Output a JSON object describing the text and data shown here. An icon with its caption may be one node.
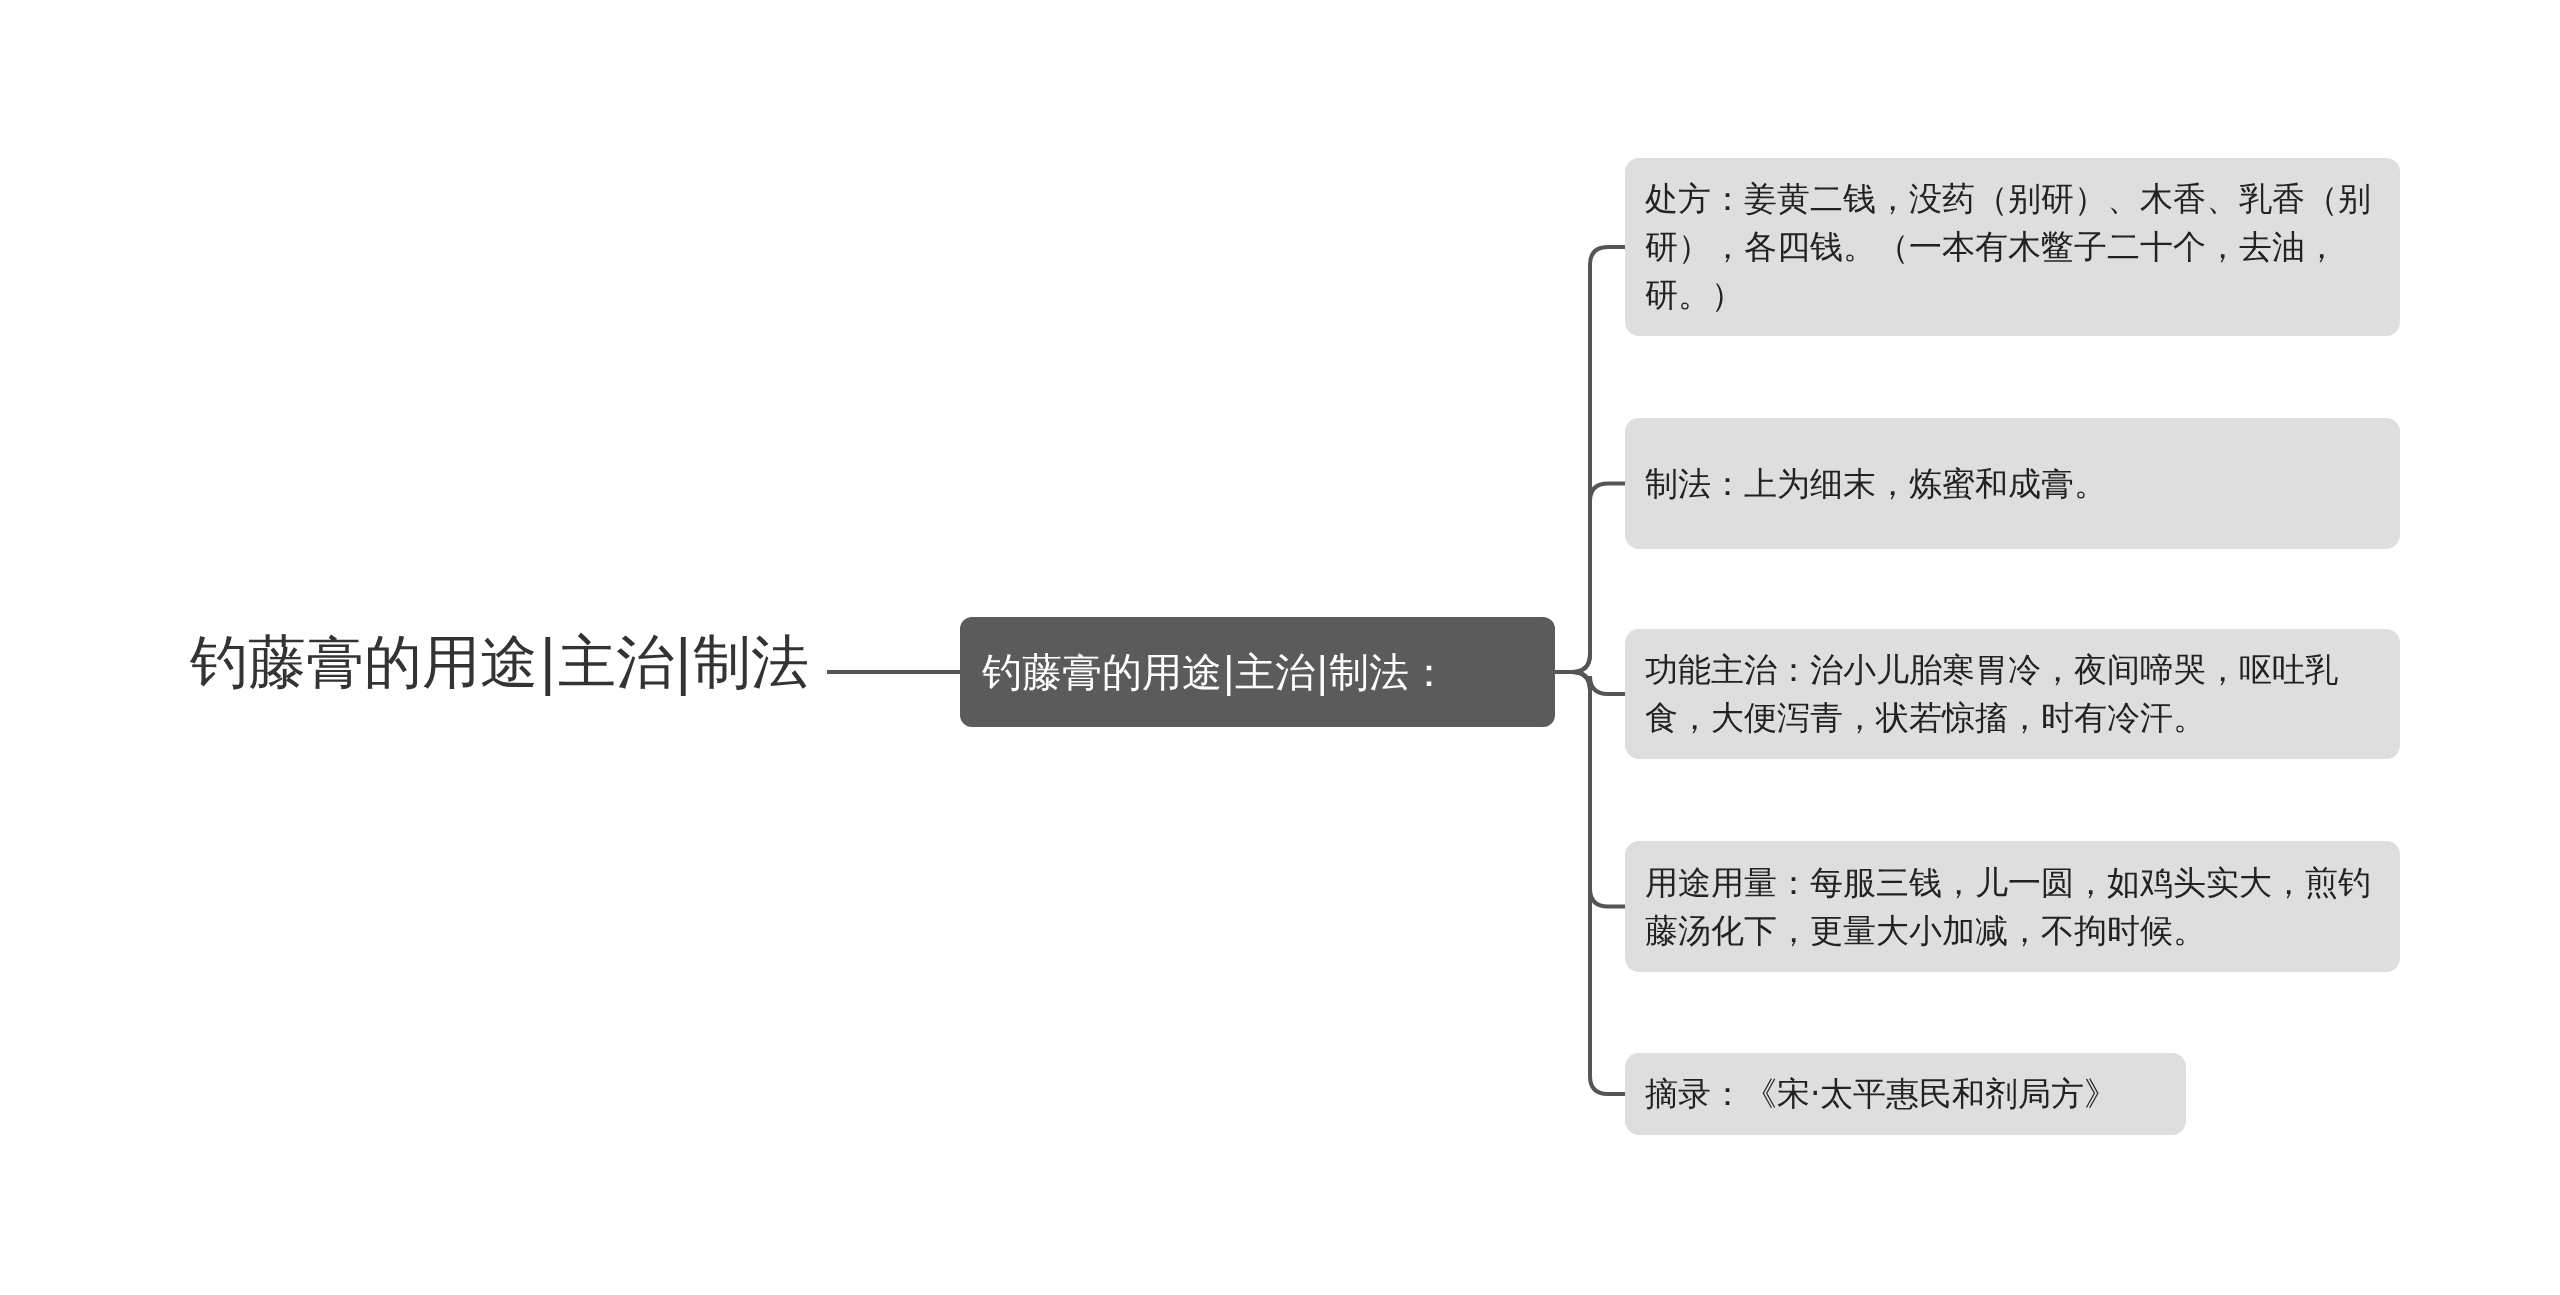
{
  "diagram": {
    "nodes": [
      {
        "text": [
          "钓藤膏的用途|主治|制法"
        ]
      },
      {
        "text": [
          "钓藤膏的用途|主治|制法："
        ]
      },
      {
        "text": [
          "处方：姜黄二钱，没药（别研）、木香、乳香（别研），各四钱。（一本有木鳖子二十个，去油，研。）"
        ]
      },
      {
        "text": [
          "制法：上为细末，炼蜜和成膏。"
        ]
      },
      {
        "text": [
          "功能主治：治小儿胎寒胃冷，夜间啼哭，呕吐乳食，大便泻青，状若惊搐，时有冷汗。"
        ]
      },
      {
        "text": [
          "用途用量：每服三钱，儿一圆，如鸡头实大，煎钓藤汤化下，更量大小加减，不拘时候。"
        ]
      },
      {
        "text": [
          "摘录：《宋·太平惠民和剂局方》"
        ]
      }
    ],
    "edges": [
      {
        "from": 0,
        "to": 1,
        "arrow": "none"
      },
      {
        "from": 1,
        "to": 2,
        "arrow": "none"
      },
      {
        "from": 1,
        "to": 3,
        "arrow": "none"
      },
      {
        "from": 1,
        "to": 4,
        "arrow": "none"
      },
      {
        "from": 1,
        "to": 5,
        "arrow": "none"
      },
      {
        "from": 1,
        "to": 6,
        "arrow": "none"
      }
    ]
  }
}
